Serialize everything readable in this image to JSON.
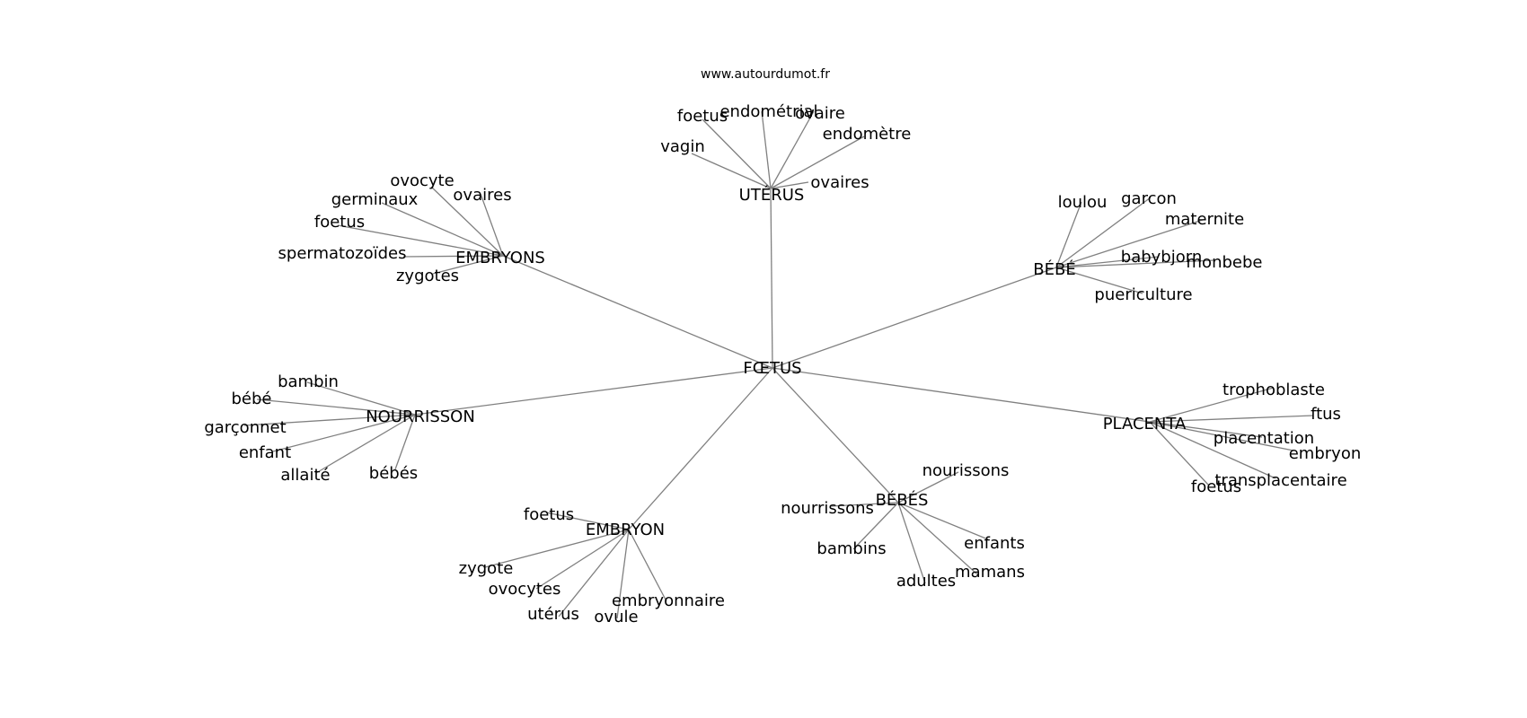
{
  "site": "www.autourdumot.fr",
  "colors": {
    "edge": "#808080",
    "text": "#000000",
    "background": "#ffffff"
  },
  "graph": {
    "center": "FŒTUS",
    "clusters": [
      {
        "hub": "UTÉRUS",
        "leaves": [
          "foetus",
          "endométrial",
          "ovaire",
          "endomètre",
          "vagin",
          "ovaires"
        ]
      },
      {
        "hub": "EMBRYONS",
        "leaves": [
          "ovocyte",
          "germinaux",
          "ovaires",
          "foetus",
          "spermatozoïdes",
          "zygotes"
        ]
      },
      {
        "hub": "BÉBÉ",
        "leaves": [
          "loulou",
          "garcon",
          "maternite",
          "babybjorn",
          "monbebe",
          "puericulture"
        ]
      },
      {
        "hub": "NOURRISSON",
        "leaves": [
          "bambin",
          "bébé",
          "garçonnet",
          "enfant",
          "allaité",
          "bébés"
        ]
      },
      {
        "hub": "PLACENTA",
        "leaves": [
          "trophoblaste",
          "ftus",
          "placentation",
          "embryon",
          "transplacentaire",
          "foetus"
        ]
      },
      {
        "hub": "EMBRYON",
        "leaves": [
          "foetus",
          "zygote",
          "ovocytes",
          "utérus",
          "ovule",
          "embryonnaire"
        ]
      },
      {
        "hub": "BÉBÉS",
        "leaves": [
          "nourissons",
          "nourrissons",
          "bambins",
          "adultes",
          "mamans",
          "enfants"
        ]
      }
    ]
  }
}
